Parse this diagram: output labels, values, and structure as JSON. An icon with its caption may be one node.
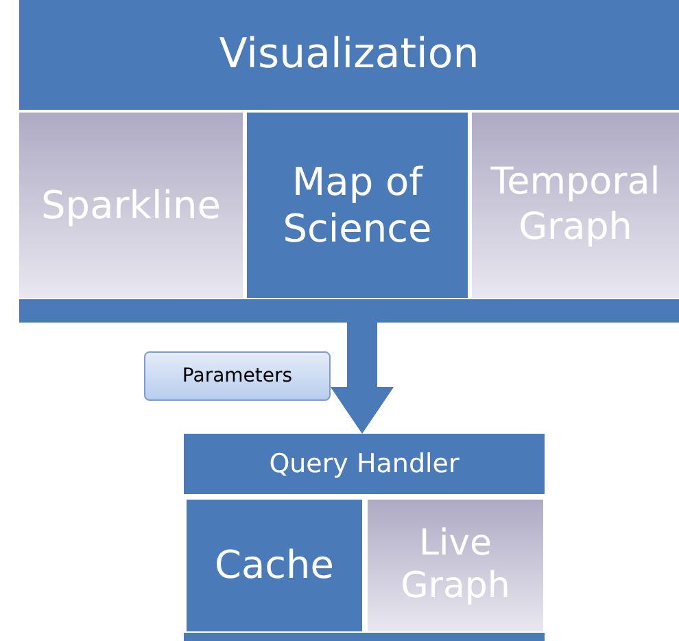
{
  "diagram": {
    "nodes": [
      {
        "text": [
          "Visualization"
        ]
      },
      {
        "text": [
          "Sparkline"
        ],
        "in": 0
      },
      {
        "text": [
          "Map of Science"
        ],
        "in": 0
      },
      {
        "text": [
          "Temporal Graph"
        ],
        "in": 0
      },
      {
        "text": [
          "Query Handler"
        ]
      },
      {
        "text": [
          "Cache"
        ],
        "in": 4
      },
      {
        "text": [
          "Live Graph"
        ],
        "in": 4
      }
    ],
    "edges": [
      {
        "from": 0,
        "to": 4,
        "arrow": "to",
        "label": "Parameters"
      }
    ]
  }
}
